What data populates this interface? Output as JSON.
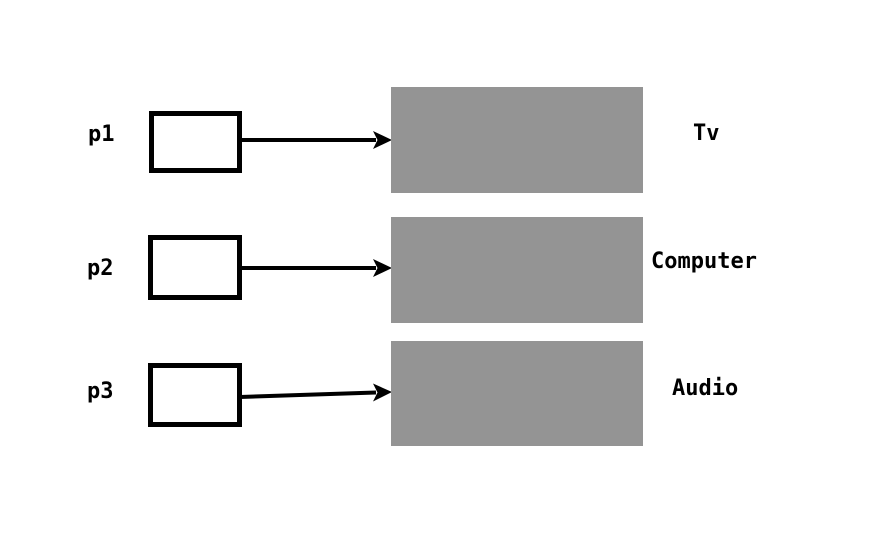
{
  "diagram": {
    "colors": {
      "background": "#ffffff",
      "pointer_box_fill": "#ffffff",
      "pointer_box_border": "#000000",
      "target_fill": "#949494",
      "arrow": "#000000",
      "text": "#000000"
    },
    "rows": [
      {
        "pointer_label": "p1",
        "target_label": "Tv"
      },
      {
        "pointer_label": "p2",
        "target_label": "Computer"
      },
      {
        "pointer_label": "p3",
        "target_label": "Audio"
      }
    ]
  }
}
